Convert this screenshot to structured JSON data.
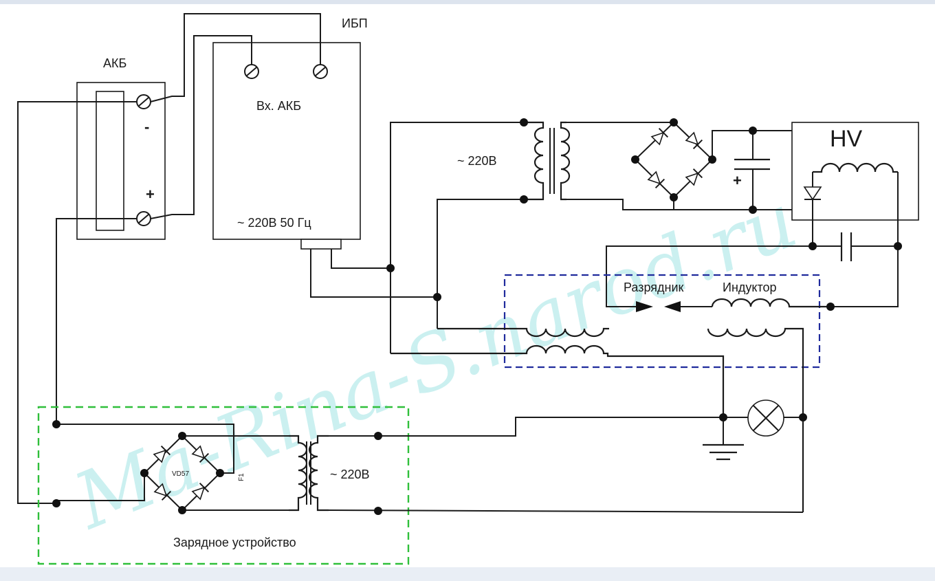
{
  "labels": {
    "akb": "АКБ",
    "ibp": "ИБП",
    "ibp_input": "Вх. АКБ",
    "ibp_output": "~ 220В 50 Гц",
    "transformer_primary": "~ 220В",
    "hv": "HV",
    "spark_gap": "Разрядник",
    "inductor": "Индуктор",
    "charger_voltage": "~ 220В",
    "charger": "Зарядное устройство",
    "bridge_label": "VD57",
    "fuse_label": "F1",
    "minus": "-",
    "plus": "+",
    "cap_plus": "+"
  },
  "watermark": "Ma-Rina-S.narod.ru",
  "colors": {
    "wire": "#1a1a1a",
    "inductor_frame": "#1f2a9c",
    "charger_frame": "#2fbf3a",
    "watermark": "#5fd3d3"
  }
}
